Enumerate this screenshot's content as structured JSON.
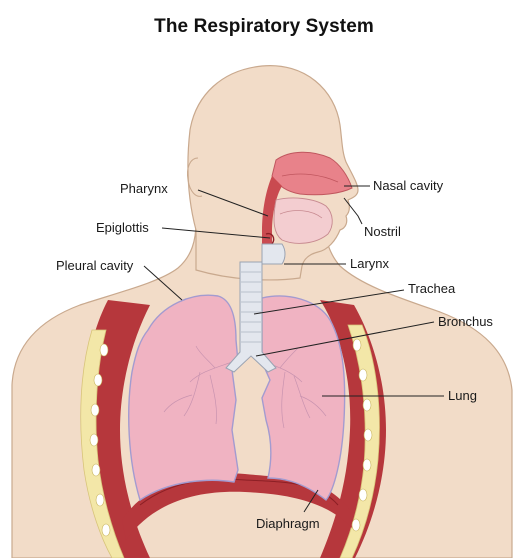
{
  "title": "The Respiratory System",
  "labels": {
    "nasal_cavity": "Nasal cavity",
    "nostril": "Nostril",
    "pharynx": "Pharynx",
    "epiglottis": "Epiglottis",
    "larynx": "Larynx",
    "pleural_cavity": "Pleural cavity",
    "trachea": "Trachea",
    "bronchus": "Bronchus",
    "lung": "Lung",
    "diaphragm": "Diaphragm"
  },
  "colors": {
    "skin": "#f2dcc8",
    "skin_outline": "#c9a98e",
    "lung": "#f0b3c2",
    "lung_outline": "#a39bd0",
    "nasal": "#e8828a",
    "cavity_red": "#b6373c",
    "rib_yellow": "#f3e7a8",
    "trachea": "#e3e7ee"
  }
}
